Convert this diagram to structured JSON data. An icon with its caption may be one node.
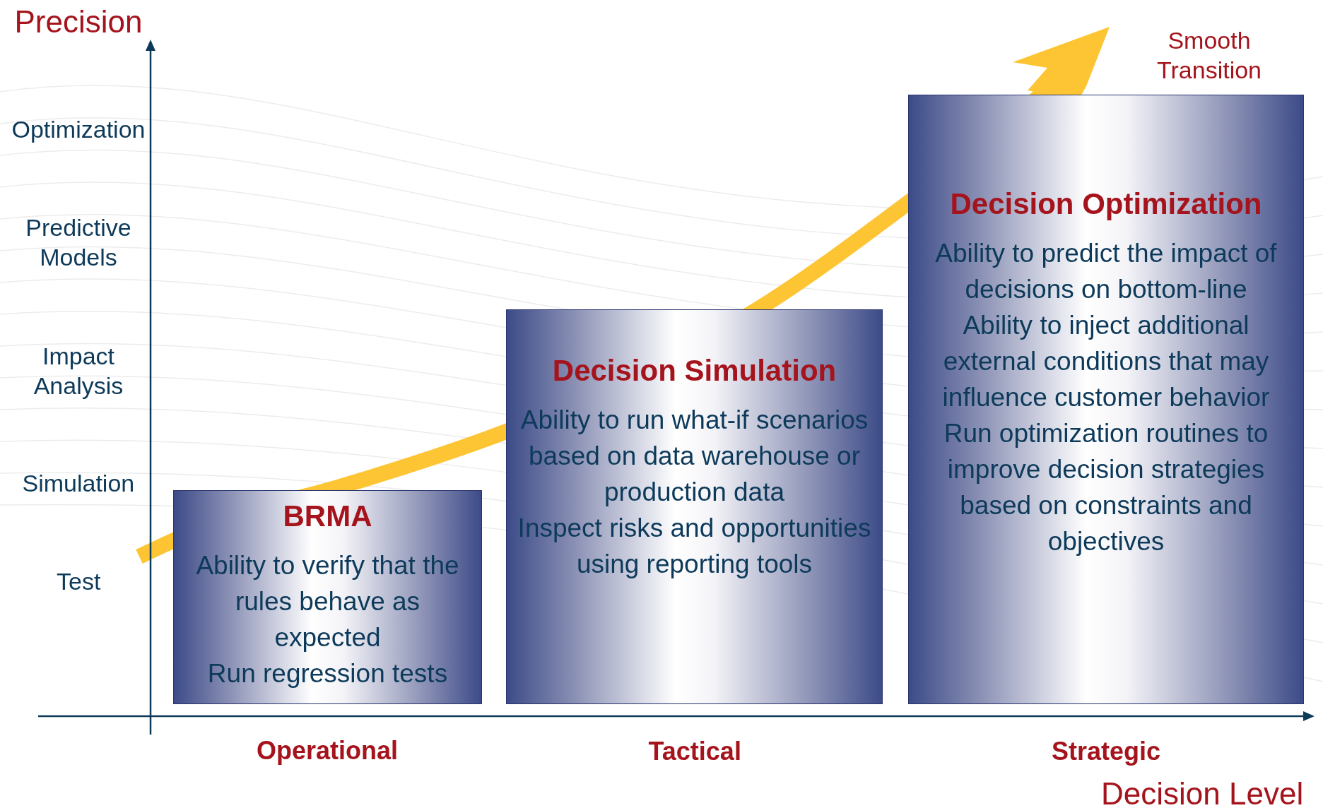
{
  "diagram": {
    "nodes": [
      {
        "text": [
          "BRMA",
          "Ability to verify that the rules behave as expected",
          "Run regression tests"
        ]
      },
      {
        "text": [
          "Decision Simulation",
          "Ability to run what-if scenarios based on data warehouse or production data",
          "Inspect risks and opportunities using reporting tools"
        ]
      },
      {
        "text": [
          "Decision Optimization",
          "Ability to predict the impact of decisions on bottom-line",
          "Ability to inject additional external conditions that may influence customer behavior",
          "Run optimization routines to improve decision strategies based on constraints and objectives"
        ]
      }
    ],
    "labels": [
      "Precision",
      "Smooth Transition",
      "Optimization",
      "Predictive Models",
      "Impact Analysis",
      "Simulation",
      "Test",
      "Operational",
      "Tactical",
      "Strategic",
      "Decision Level"
    ]
  }
}
